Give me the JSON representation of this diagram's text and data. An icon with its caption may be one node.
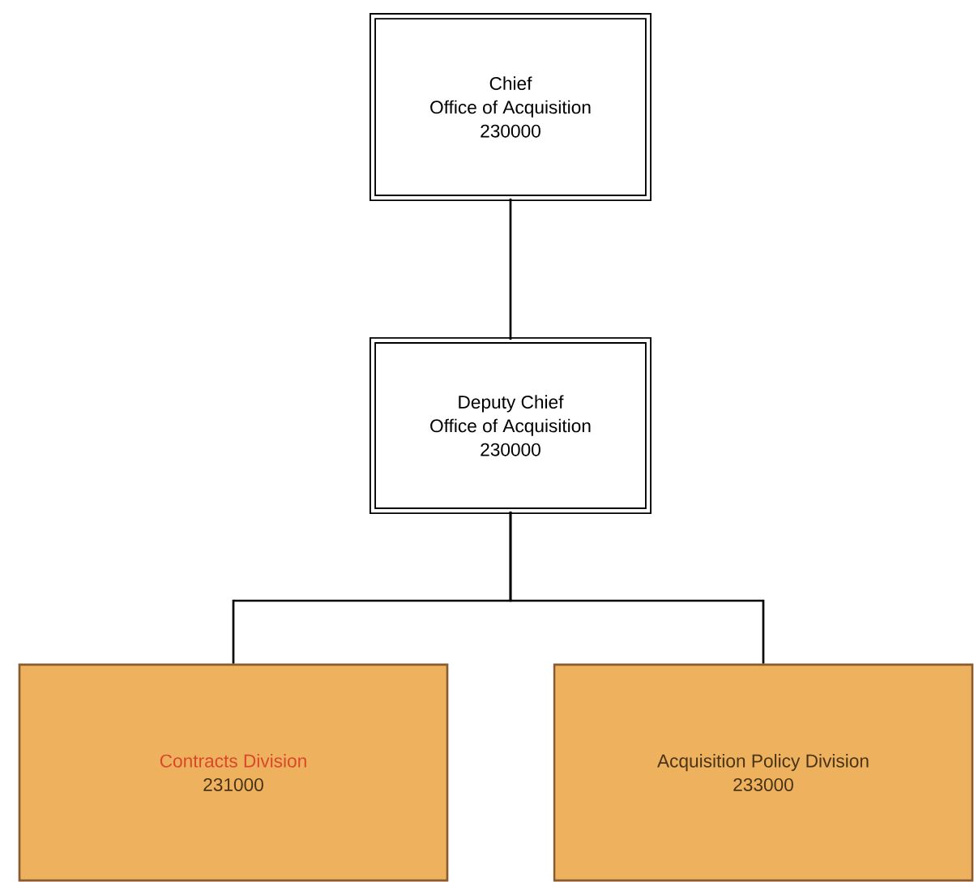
{
  "diagram": {
    "nodes": [
      {
        "text": [
          "Chief",
          "Office of Acquisition",
          "230000"
        ]
      },
      {
        "text": [
          "Deputy Chief",
          "Office of Acquisition",
          "230000"
        ]
      },
      {
        "text": [
          "Contracts Division",
          "231000"
        ]
      },
      {
        "text": [
          "Acquisition Policy Division",
          "233000"
        ]
      }
    ],
    "edges": [
      {
        "from": 0,
        "to": 1,
        "arrow": "none"
      },
      {
        "from": 1,
        "to": 2,
        "arrow": "none"
      },
      {
        "from": 1,
        "to": 3,
        "arrow": "none"
      }
    ]
  }
}
